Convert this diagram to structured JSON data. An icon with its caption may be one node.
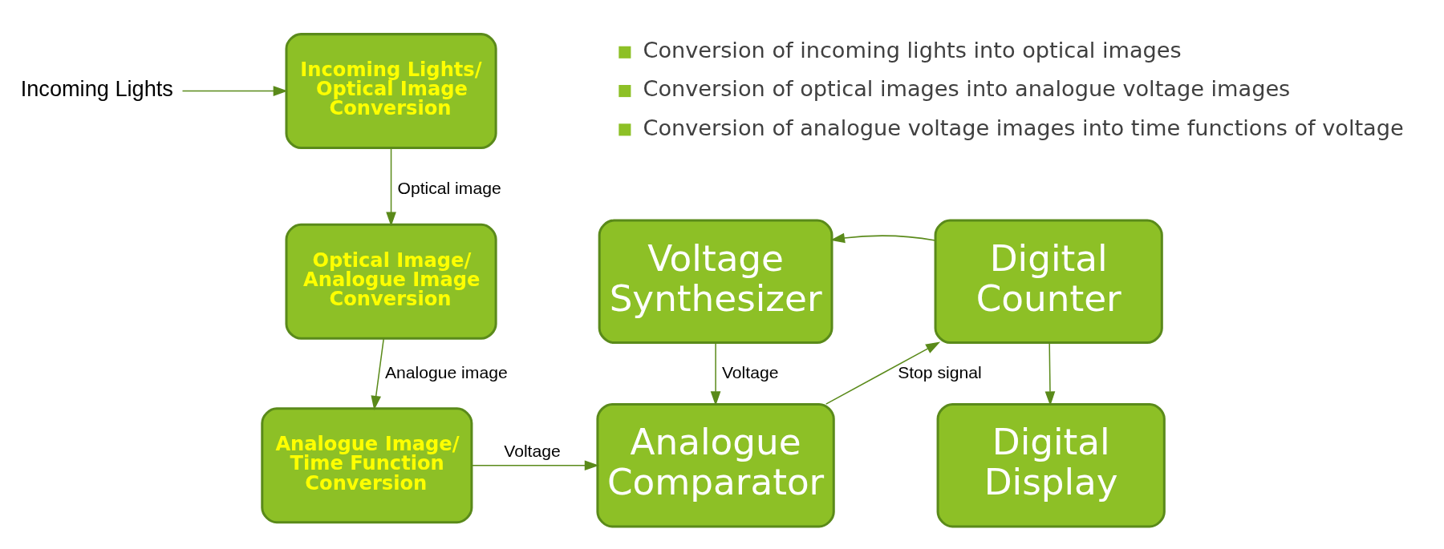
{
  "diagram": {
    "nodes": [
      {
        "text": [
          "Incoming Lights"
        ]
      },
      {
        "text": [
          "Incoming Lights/ Optical Image Conversion"
        ]
      },
      {
        "text": [
          "Optical Image/ Analogue Image Conversion"
        ]
      },
      {
        "text": [
          "Analogue Image/ Time Function Conversion"
        ]
      },
      {
        "text": [
          "Voltage Synthesizer"
        ]
      },
      {
        "text": [
          "Analogue Comparator"
        ]
      },
      {
        "text": [
          "Digital Counter"
        ]
      },
      {
        "text": [
          "Digital Display"
        ]
      }
    ],
    "edges": [
      {
        "from": 0,
        "to": 1,
        "arrow": "to"
      },
      {
        "from": 1,
        "to": 2,
        "arrow": "to",
        "label": "Optical image"
      },
      {
        "from": 2,
        "to": 3,
        "arrow": "to",
        "label": "Analogue image"
      },
      {
        "from": 3,
        "to": 5,
        "arrow": "to",
        "label": "Voltage"
      },
      {
        "from": 4,
        "to": 5,
        "arrow": "to",
        "label": "Voltage"
      },
      {
        "from": 5,
        "to": 6,
        "arrow": "to",
        "label": "Stop signal"
      },
      {
        "from": 6,
        "to": 4,
        "arrow": "to"
      },
      {
        "from": 6,
        "to": 7,
        "arrow": "to"
      }
    ],
    "labels": [
      "Conversion of incoming lights into optical images",
      "Conversion of optical images into analogue voltage images",
      "Conversion of analogue voltage images into time functions of voltage"
    ]
  }
}
